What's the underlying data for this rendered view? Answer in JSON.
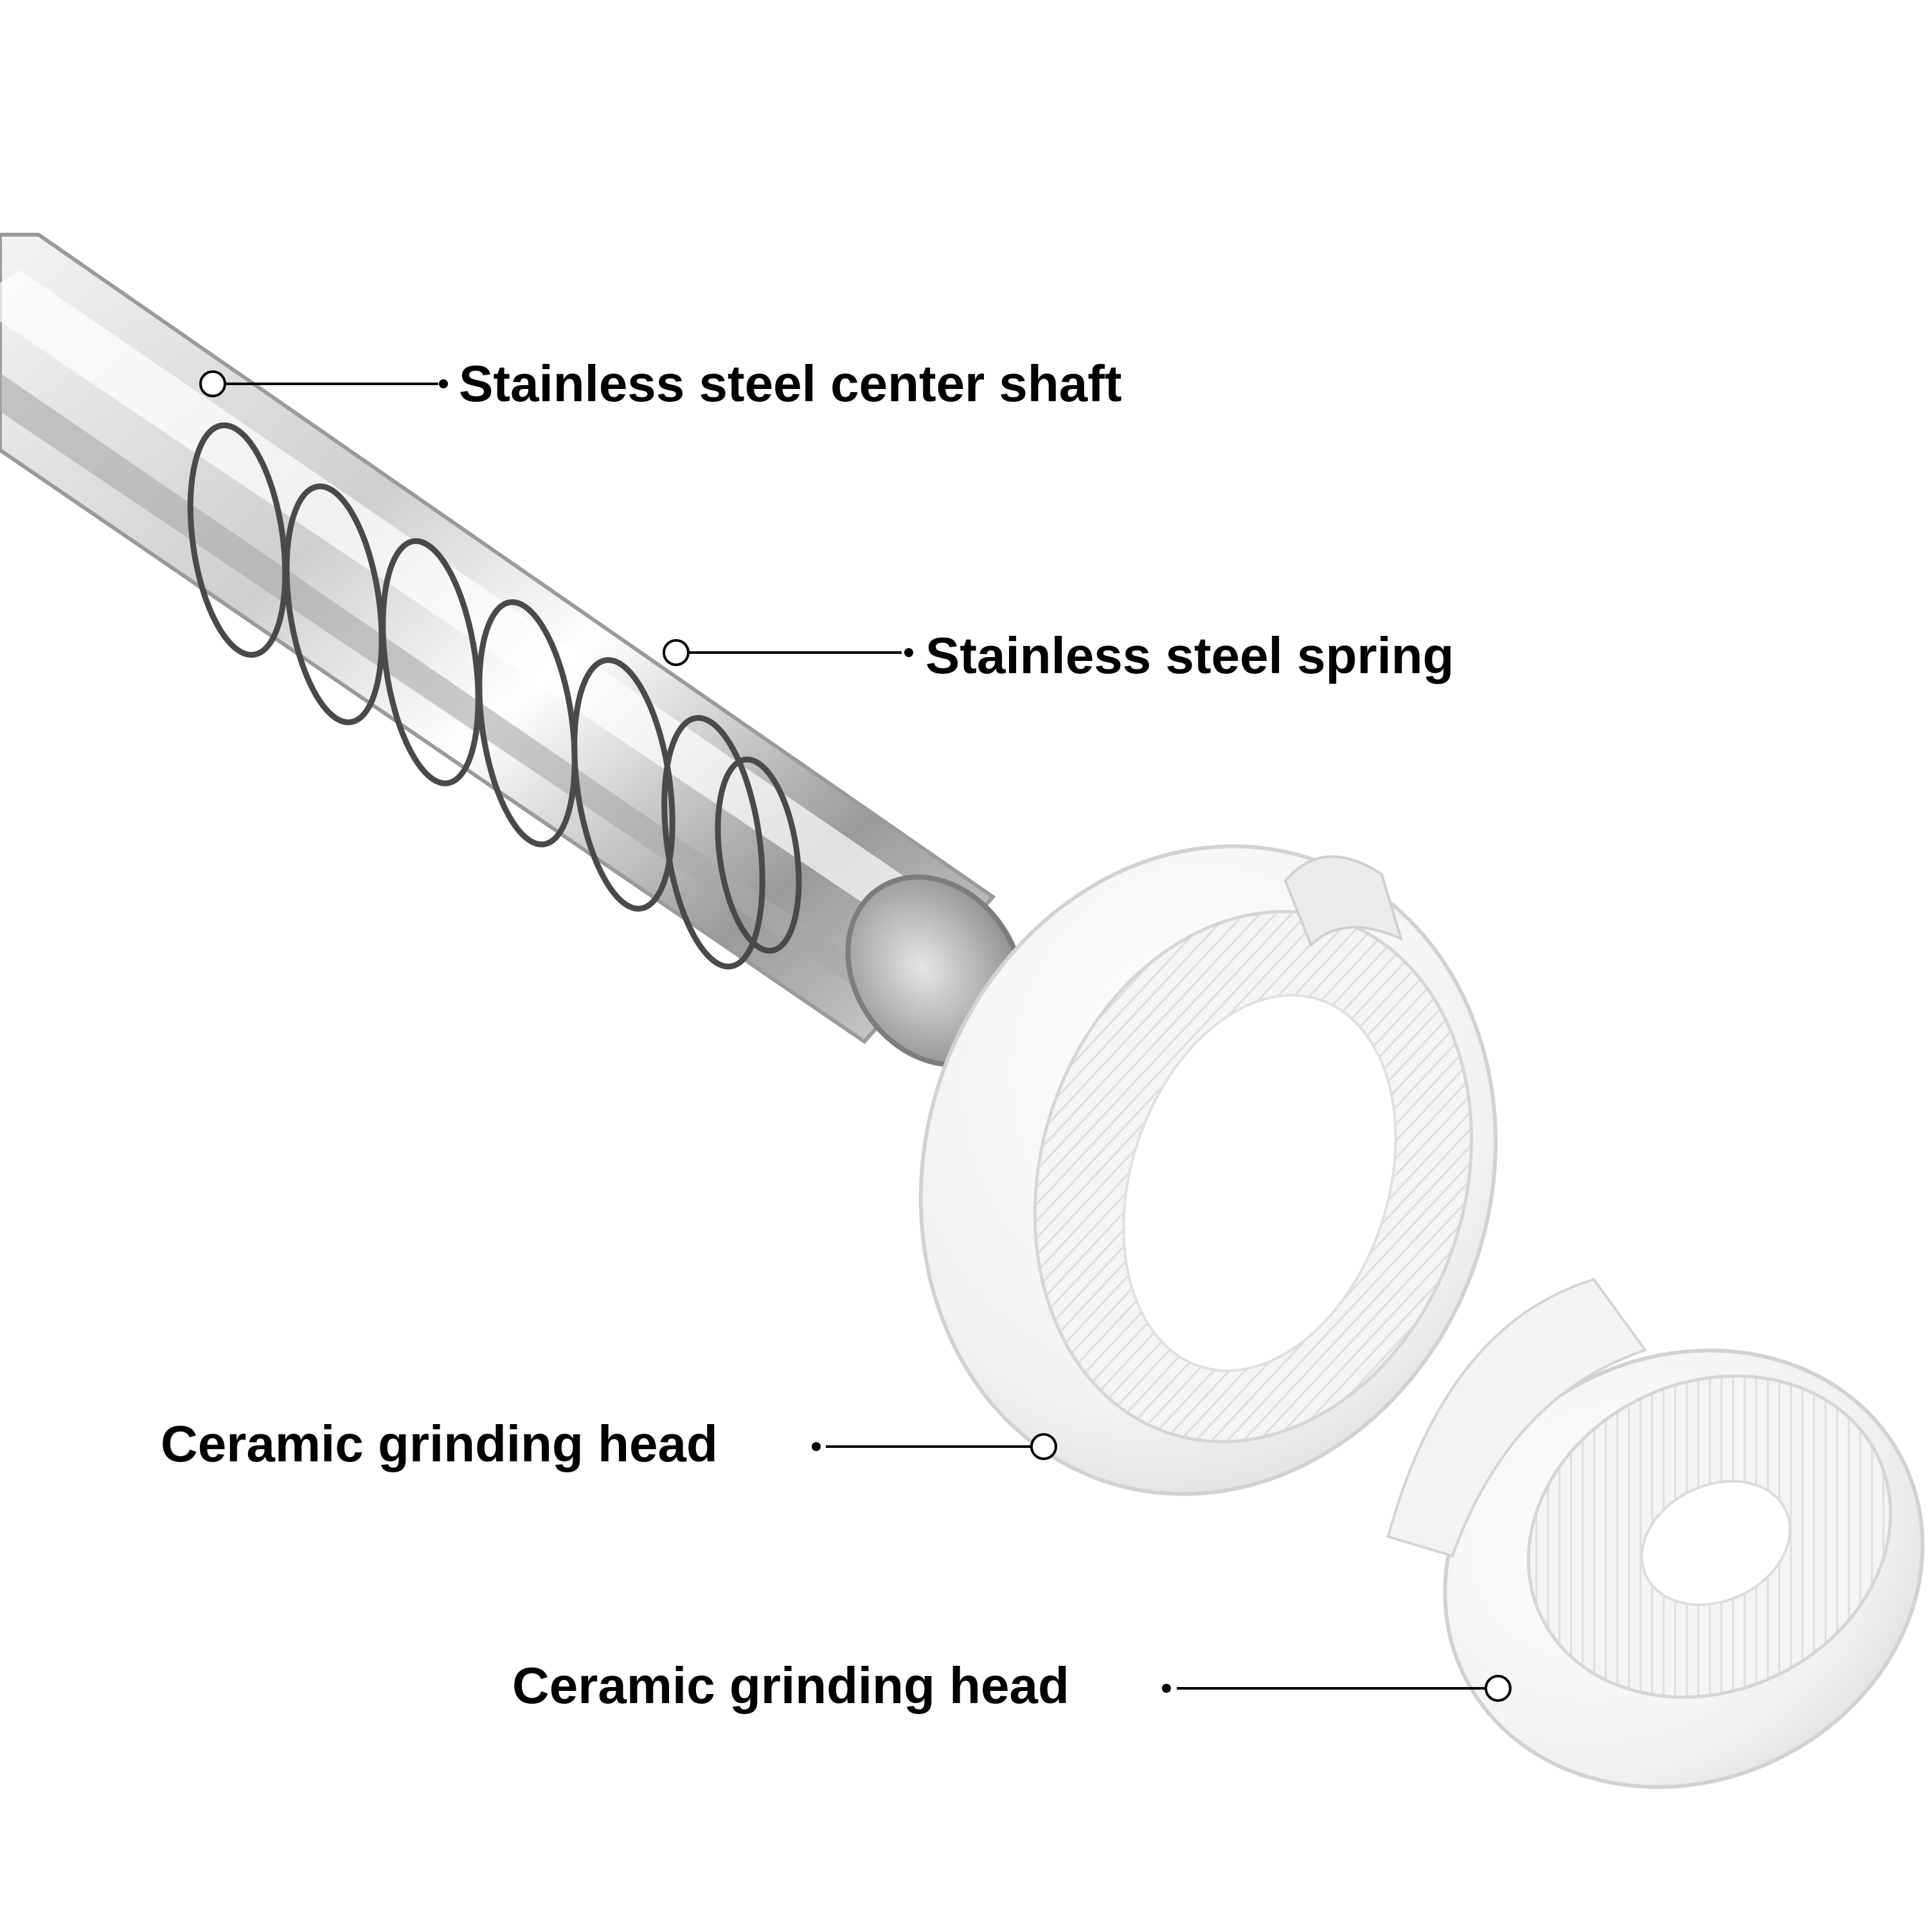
{
  "callouts": [
    {
      "label": "Stainless steel center shaft"
    },
    {
      "label": "Stainless steel spring"
    },
    {
      "label": "Ceramic grinding head"
    },
    {
      "label": "Ceramic grinding head"
    }
  ]
}
